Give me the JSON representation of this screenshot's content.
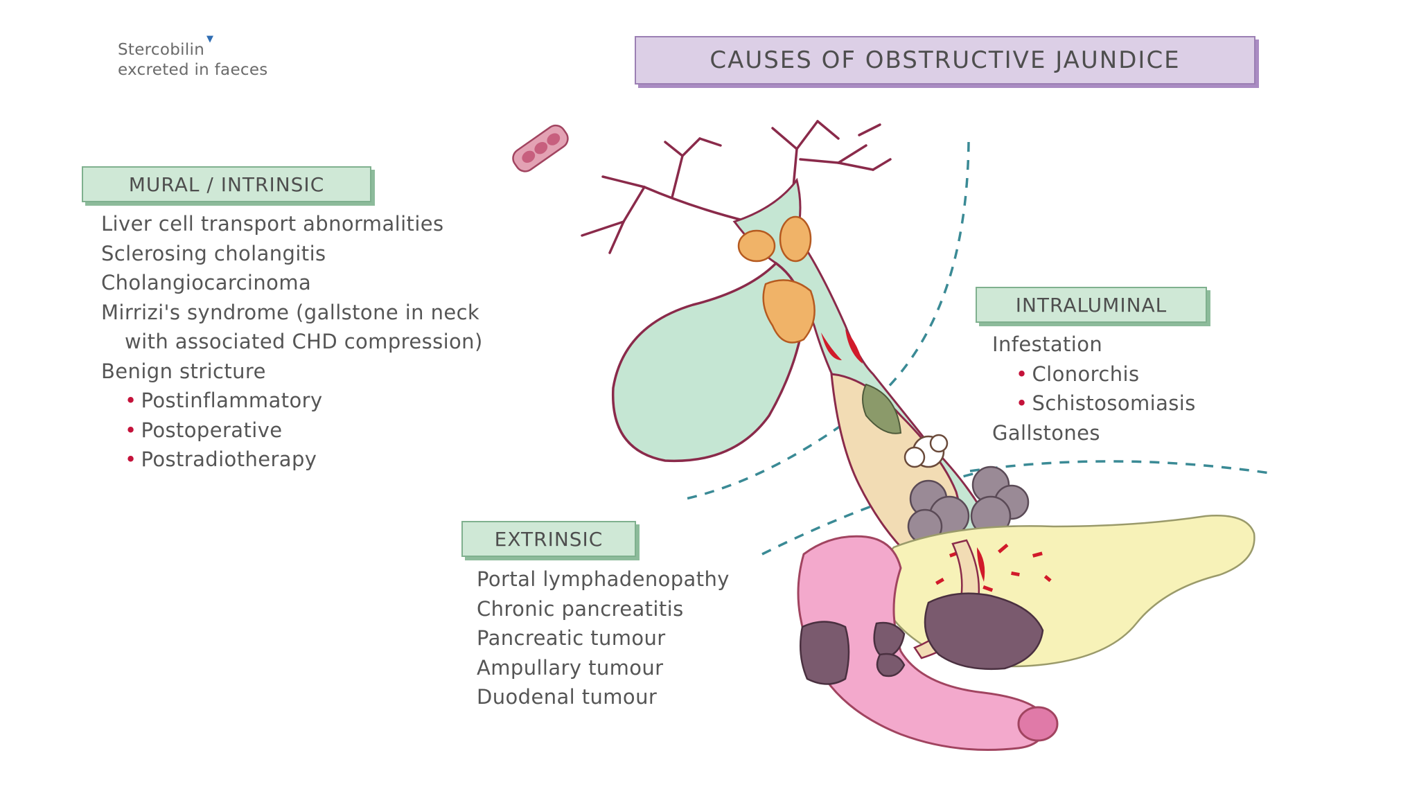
{
  "note": {
    "line1": "Stercobilin",
    "line2": "excreted in faeces"
  },
  "title": "CAUSES OF OBSTRUCTIVE JAUNDICE",
  "mural": {
    "header": "MURAL / INTRINSIC",
    "items": [
      "Liver cell transport abnormalities",
      "Sclerosing cholangitis",
      "Cholangiocarcinoma",
      "Mirrizi's syndrome (gallstone in neck",
      "with associated CHD compression)",
      "Benign stricture",
      "Postinflammatory",
      "Postoperative",
      "Postradiotherapy"
    ]
  },
  "intraluminal": {
    "header": "INTRALUMINAL",
    "items": [
      "Infestation",
      "Clonorchis",
      "Schistosomiasis",
      "Gallstones"
    ]
  },
  "extrinsic": {
    "header": "EXTRINSIC",
    "items": [
      "Portal lymphadenopathy",
      "Chronic pancreatitis",
      "Pancreatic tumour",
      "Ampullary tumour",
      "Duodenal tumour"
    ]
  },
  "colors": {
    "title_fill": "#dccfe6",
    "category_fill": "#cfe8d6",
    "bullet": "#c4123a",
    "bile_duct": "#c5e6d3",
    "gallbladder": "#c5e6d3",
    "duodenum": "#f3a9cc",
    "pancreas": "#f7f2b8",
    "tumour": "#7a5a6e",
    "dashed_line": "#3a8a95"
  }
}
